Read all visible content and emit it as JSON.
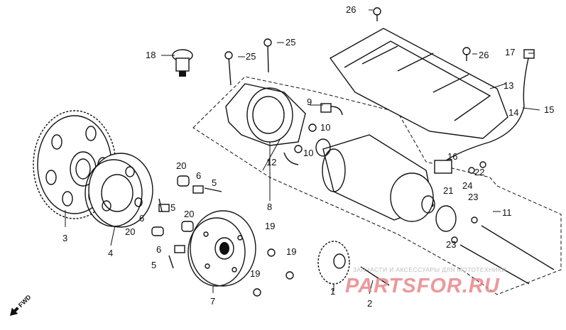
{
  "watermark": {
    "tagline": "ЗАПЧАСТИ И АКСЕССУАРЫ ДЛЯ МОТОТЕХНИКИ",
    "brand": "PARTSFOR.RU",
    "color": "#e8878b"
  },
  "direction_marker": "FWD",
  "callouts": [
    {
      "id": "c1",
      "text": "1"
    },
    {
      "id": "c2",
      "text": "2"
    },
    {
      "id": "c3",
      "text": "3"
    },
    {
      "id": "c4",
      "text": "4"
    },
    {
      "id": "c5a",
      "text": "5"
    },
    {
      "id": "c5b",
      "text": "5"
    },
    {
      "id": "c5c",
      "text": "5"
    },
    {
      "id": "c6a",
      "text": "6"
    },
    {
      "id": "c6b",
      "text": "6"
    },
    {
      "id": "c6c",
      "text": "6"
    },
    {
      "id": "c7",
      "text": "7"
    },
    {
      "id": "c8",
      "text": "8"
    },
    {
      "id": "c9",
      "text": "9"
    },
    {
      "id": "c10a",
      "text": "10"
    },
    {
      "id": "c10b",
      "text": "10"
    },
    {
      "id": "c11",
      "text": "11"
    },
    {
      "id": "c12",
      "text": "12"
    },
    {
      "id": "c13",
      "text": "13"
    },
    {
      "id": "c14",
      "text": "14"
    },
    {
      "id": "c15",
      "text": "15"
    },
    {
      "id": "c16",
      "text": "16"
    },
    {
      "id": "c17",
      "text": "17"
    },
    {
      "id": "c18",
      "text": "18"
    },
    {
      "id": "c19a",
      "text": "19"
    },
    {
      "id": "c19b",
      "text": "19"
    },
    {
      "id": "c19c",
      "text": "19"
    },
    {
      "id": "c20a",
      "text": "20"
    },
    {
      "id": "c20b",
      "text": "20"
    },
    {
      "id": "c20c",
      "text": "20"
    },
    {
      "id": "c21",
      "text": "21"
    },
    {
      "id": "c22",
      "text": "22"
    },
    {
      "id": "c23a",
      "text": "23"
    },
    {
      "id": "c23b",
      "text": "23"
    },
    {
      "id": "c24",
      "text": "24"
    },
    {
      "id": "c25a",
      "text": "25"
    },
    {
      "id": "c25b",
      "text": "25"
    },
    {
      "id": "c26a",
      "text": "26"
    },
    {
      "id": "c26b",
      "text": "26"
    }
  ]
}
